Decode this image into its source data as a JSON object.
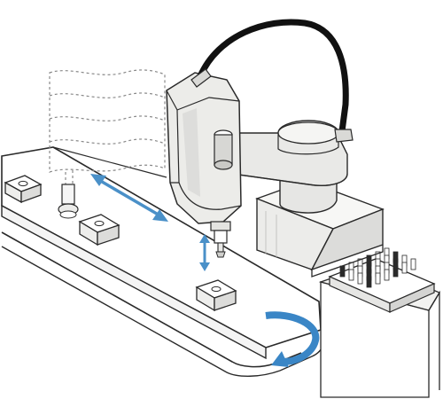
{
  "diagram": {
    "subject": "scara-robot-pick-and-place-conveyor",
    "colors": {
      "outline": "#2a2a2a",
      "robot_body": "#e8e8e6",
      "robot_shade": "#cfcfcc",
      "base": "#f2f2f0",
      "cable": "#111111",
      "arrow": "#4a90c8",
      "conveyor_arrow": "#3a86c6",
      "ghost": "#888888"
    },
    "icons": {
      "linear_motion": "double-arrow-horizontal",
      "vertical_motion": "double-arrow-vertical",
      "conveyor_motion": "curved-return-arrow"
    }
  }
}
